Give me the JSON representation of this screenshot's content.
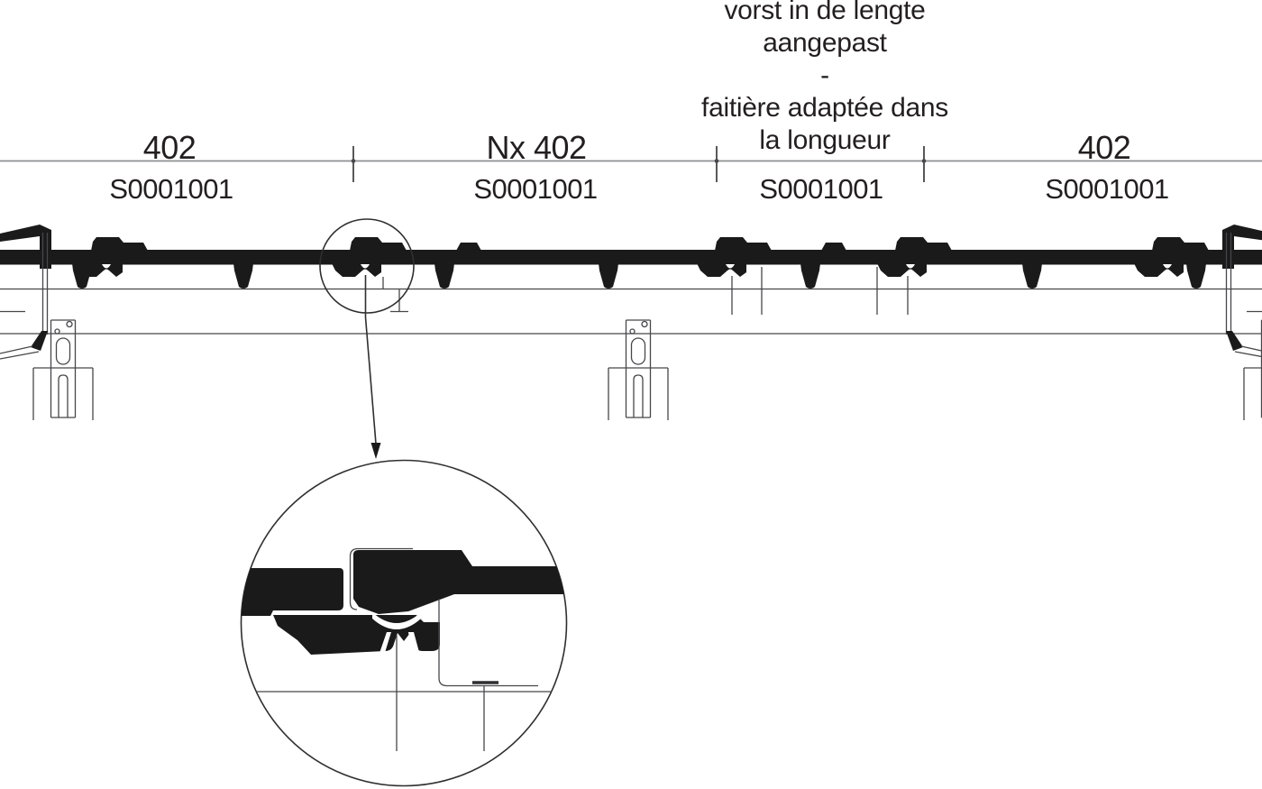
{
  "note": {
    "lines": [
      "vorst in de lengte",
      "aangepast",
      "-",
      "faitière adaptée dans",
      "la longueur"
    ]
  },
  "dimension_row": {
    "segments": [
      {
        "length_label": "402",
        "article_code": "S0001001"
      },
      {
        "length_label": "Nx 402",
        "article_code": "S0001001"
      },
      {
        "length_label": "",
        "article_code": "S0001001"
      },
      {
        "length_label": "402",
        "article_code": "S0001001"
      }
    ]
  },
  "colors": {
    "ink": "#1a1a1a",
    "text": "#231f20",
    "dimension_line": "#8e8f91",
    "thin_line": "#47474a"
  }
}
